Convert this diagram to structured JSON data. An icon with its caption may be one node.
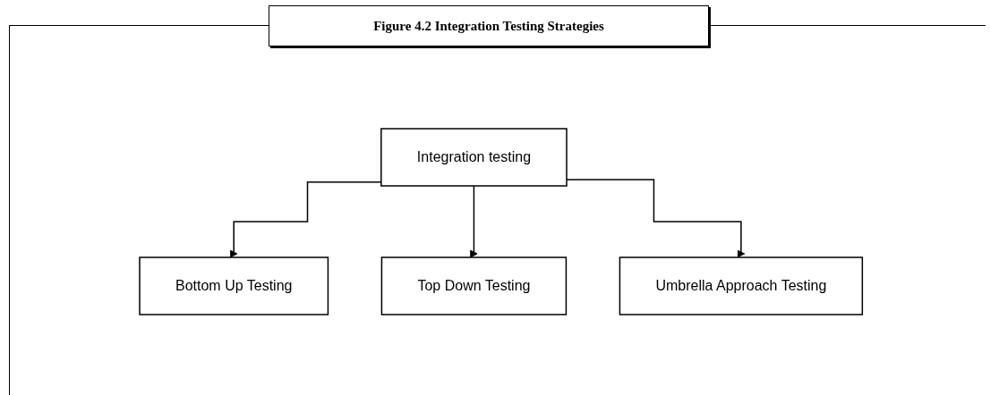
{
  "diagram": {
    "title": "Figure 4.2 Integration Testing Strategies",
    "nodes": [
      {
        "text": [
          "Integration testing"
        ]
      },
      {
        "text": [
          "Bottom Up Testing"
        ]
      },
      {
        "text": [
          "Top Down Testing"
        ]
      },
      {
        "text": [
          "Umbrella Approach Testing"
        ]
      }
    ],
    "edges": [
      {
        "from": 0,
        "to": 1,
        "arrow": "to"
      },
      {
        "from": 0,
        "to": 2,
        "arrow": "to"
      },
      {
        "from": 0,
        "to": 3,
        "arrow": "to"
      }
    ]
  }
}
